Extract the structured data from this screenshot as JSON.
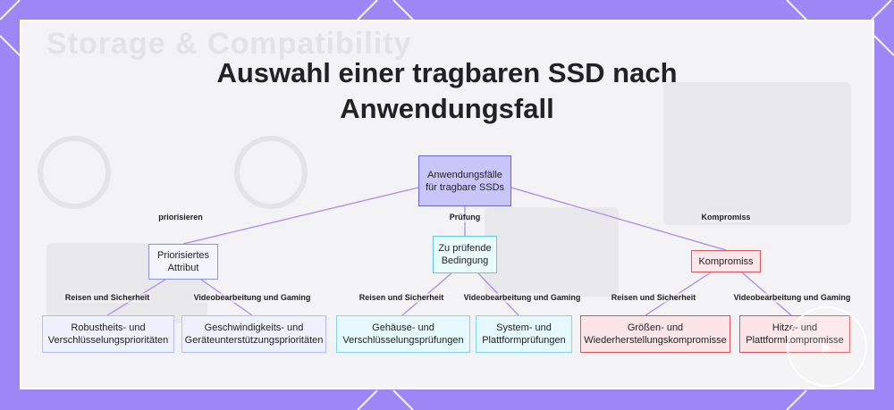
{
  "title_line1": "Auswahl einer tragbaren SSD nach",
  "title_line2": "Anwendungsfall",
  "background_text": "Storage & Compatibility",
  "colors": {
    "frame": "#9b87f5",
    "root_fill": "#c8c6f8",
    "edge": "#a98ee6",
    "blue_branch": "#8d95d8",
    "cyan_branch": "#5cc9dd",
    "red_branch": "#d9545e"
  },
  "nodes": {
    "root": "Anwendungsfälle für tragbare SSDs",
    "attr": "Priorisiertes Attribut",
    "cond": "Zu prüfende Bedingung",
    "comp": "Kompromiss",
    "leaf1": "Robustheits- und Verschlüsselungsprioritäten",
    "leaf2": "Geschwindigkeits- und Geräteunterstützungsprioritäten",
    "leaf3": "Gehäuse- und Verschlüsselungsprüfungen",
    "leaf4": "System- und Plattformprüfungen",
    "leaf5": "Größen- und Wiederherstellungskompromisse",
    "leaf6": "Hitze- und Plattformkompromisse"
  },
  "edge_labels": {
    "e_attr": "priorisieren",
    "e_cond": "Prüfung",
    "e_comp": "Kompromiss",
    "e1": "Reisen und Sicherheit",
    "e2": "Videobearbeitung und Gaming",
    "e3": "Reisen und Sicherheit",
    "e4": "Videobearbeitung und Gaming",
    "e5": "Reisen und Sicherheit",
    "e6": "Videobearbeitung und Gaming"
  },
  "badge_icon": "play-icon"
}
